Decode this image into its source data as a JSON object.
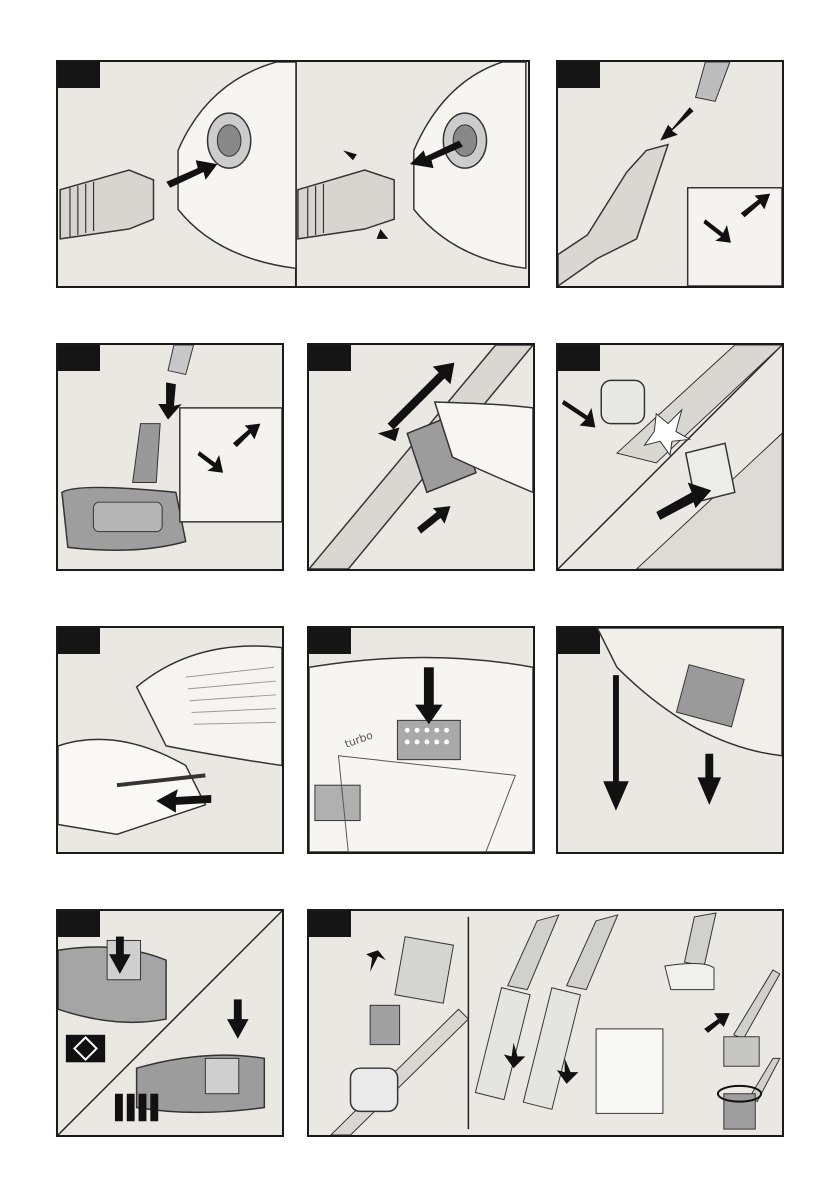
{
  "page": {
    "panels": [
      {
        "id": "hose-connect",
        "caption": ""
      },
      {
        "id": "tube-connect",
        "caption": ""
      },
      {
        "id": "floor-nozzle-attach",
        "caption": ""
      },
      {
        "id": "telescopic-tube-adjust",
        "caption": ""
      },
      {
        "id": "accessory-clip",
        "caption": ""
      },
      {
        "id": "power-cord-pull",
        "caption": ""
      },
      {
        "id": "power-switch",
        "caption": ""
      },
      {
        "id": "tube-park",
        "caption": ""
      },
      {
        "id": "nozzle-switch",
        "caption": ""
      },
      {
        "id": "accessories",
        "caption": ""
      }
    ]
  },
  "labels": {
    "turbo_switch": "turbo"
  },
  "icons": {
    "carpet_symbol": "carpet-icon",
    "hard_floor_symbol": "hard-floor-icon"
  }
}
